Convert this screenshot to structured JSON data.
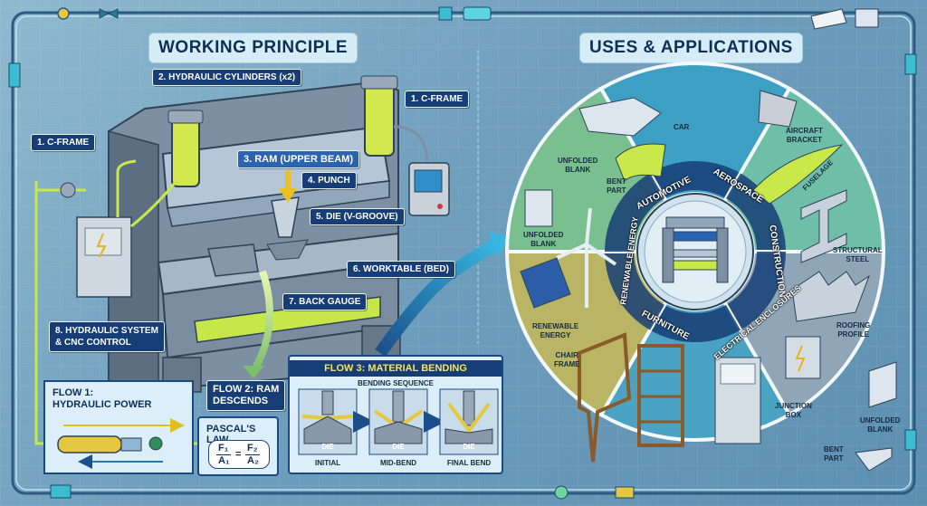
{
  "titles": {
    "left": "WORKING PRINCIPLE",
    "right": "USES & APPLICATIONS"
  },
  "components": {
    "hydraulic_cylinders": "2. HYDRAULIC CYLINDERS (x2)",
    "c_frame_right": "1. C-FRAME",
    "c_frame_left": "1. C-FRAME",
    "ram": "3. RAM (UPPER BEAM)",
    "punch": "4. PUNCH",
    "die": "5. DIE (V-GROOVE)",
    "worktable": "6. WORKTABLE (BED)",
    "back_gauge": "7. BACK GAUGE",
    "hydraulic_system_line1": "8. HYDRAULIC SYSTEM",
    "hydraulic_system_line2": "& CNC CONTROL"
  },
  "flows": {
    "flow1_line1": "FLOW 1:",
    "flow1_line2": "HYDRAULIC POWER",
    "flow2_line1": "FLOW 2: RAM",
    "flow2_line2": "DESCENDS",
    "pascal_title": "PASCAL'S LAW",
    "pascal_f1": "F₁",
    "pascal_a1": "A₁",
    "pascal_f2": "F₂",
    "pascal_a2": "A₂",
    "pascal_eq": "=",
    "flow3_title": "FLOW 3: MATERIAL BENDING",
    "bending_sequence": "BENDING SEQUENCE",
    "die_label": "DIE",
    "stages": [
      "INITIAL",
      "MID-BEND",
      "FINAL BEND"
    ]
  },
  "applications": {
    "sectors": [
      "AUTOMOTIVE",
      "AEROSPACE",
      "CONSTRUCTION",
      "ELECTRICAL ENCLOSURES",
      "FURNITURE",
      "RENEWABLE ENERGY"
    ],
    "automotive": {
      "car": "CAR",
      "unfolded_blank": [
        "UNFOLDED",
        "BLANK"
      ],
      "bent_part": [
        "BENT",
        "PART"
      ]
    },
    "aerospace": {
      "bracket": [
        "AIRCRAFT",
        "BRACKET"
      ],
      "fuselage": "FUSELAGE"
    },
    "construction": {
      "steel": [
        "STRUCTURAL",
        "STEEL"
      ],
      "roofing": [
        "ROOFING",
        "PROFILE"
      ]
    },
    "electrical": {
      "junction": [
        "JUNCTION",
        "BOX"
      ]
    },
    "furniture": {
      "chair": [
        "CHAIR",
        "FRAME"
      ]
    },
    "renewable": {
      "blank": [
        "UNFOLDED",
        "BLANK"
      ],
      "energy": [
        "RENEWABLE",
        "ENERGY"
      ]
    },
    "outside": {
      "unfolded_blank": [
        "UNFOLDED",
        "BLANK"
      ],
      "bent_part": [
        "BENT",
        "PART"
      ]
    }
  },
  "colors": {
    "navy": "#163d75",
    "hydraulic_yellow": "#c9e84a",
    "automotive": "#3e9fc4",
    "aerospace": "#6fbfa8",
    "construction": "#8fa6b8",
    "electrical": "#4aa3c2",
    "furniture": "#b9b564",
    "renewable": "#79bf8f"
  }
}
